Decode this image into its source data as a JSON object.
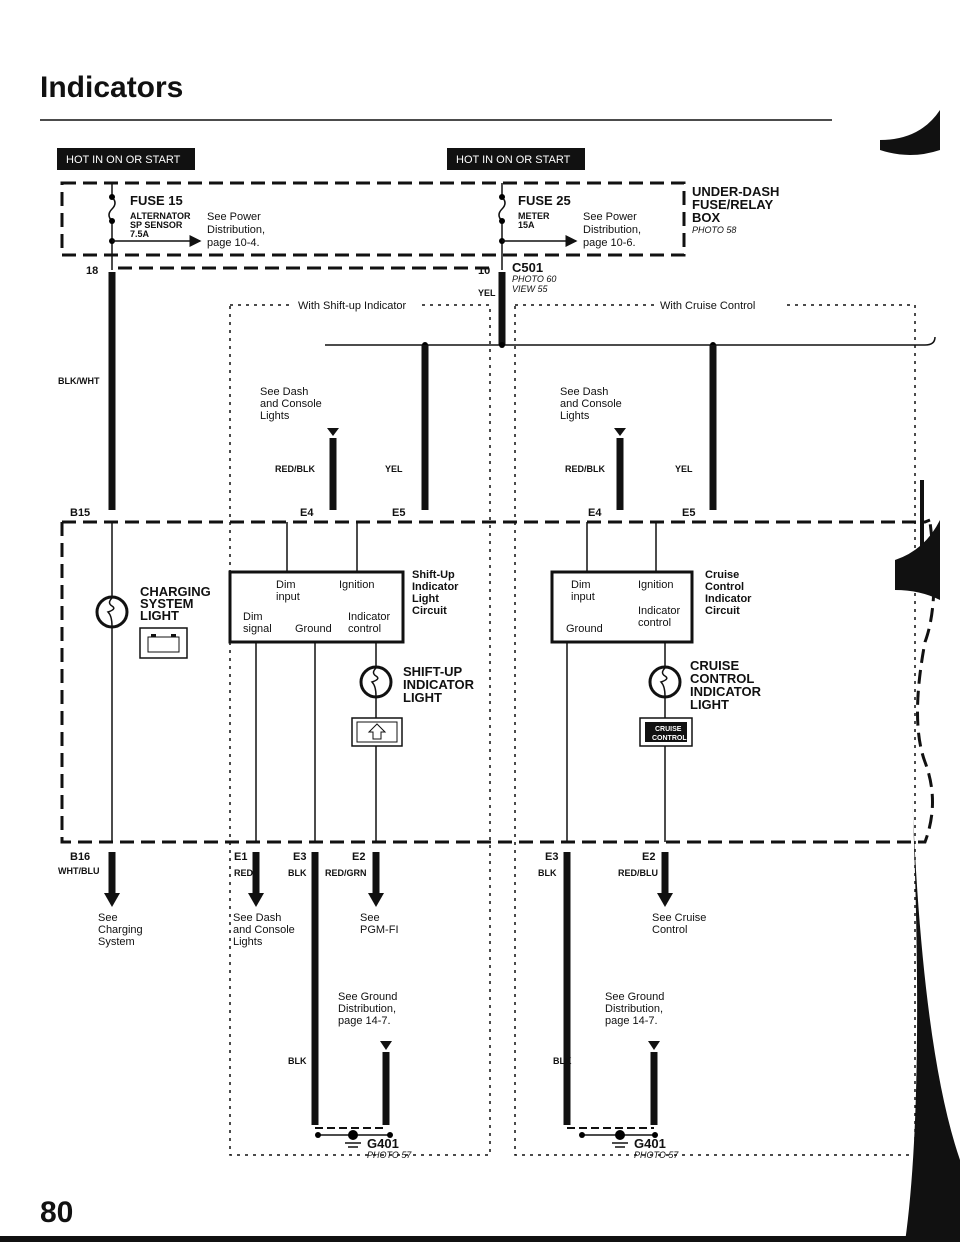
{
  "page": {
    "title": "Indicators",
    "page_number": "80"
  },
  "power": {
    "hot_left": "HOT IN ON OR START",
    "hot_right": "HOT IN ON OR START",
    "fuse_left": {
      "name": "FUSE 15",
      "line1": "ALTERNATOR",
      "line2": "SP SENSOR",
      "rating": "7.5A",
      "ref1": "See Power",
      "ref2": "Distribution,",
      "ref3": "page 10-4."
    },
    "fuse_right": {
      "name": "FUSE 25",
      "line1": "METER",
      "rating": "15A",
      "ref1": "See Power",
      "ref2": "Distribution,",
      "ref3": "page 10-6."
    },
    "box": {
      "line1": "UNDER-DASH",
      "line2": "FUSE/RELAY",
      "line3": "BOX",
      "photo": "PHOTO 58"
    },
    "pin_left": "18",
    "pin_right": "10",
    "wire_right": "YEL",
    "connector": {
      "name": "C501",
      "photo": "PHOTO 60",
      "view": "VIEW 55"
    }
  },
  "charging": {
    "wire_top": "BLK/WHT",
    "pin_top": "B15",
    "light": {
      "l1": "CHARGING",
      "l2": "SYSTEM",
      "l3": "LIGHT"
    },
    "pin_bottom": "B16",
    "wire_bottom": "WHT/BLU",
    "ref": {
      "l1": "See",
      "l2": "Charging",
      "l3": "System"
    }
  },
  "shift_up": {
    "section": "With Shift-up Indicator",
    "see": {
      "l1": "See Dash",
      "l2": "and Console",
      "l3": "Lights"
    },
    "wire_dim": "RED/BLK",
    "wire_ign": "YEL",
    "pin_dim": "E4",
    "pin_ign": "E5",
    "module": {
      "dim_input1": "Dim",
      "dim_input2": "input",
      "ignition": "Ignition",
      "dim_signal1": "Dim",
      "dim_signal2": "signal",
      "ground": "Ground",
      "ind1": "Indicator",
      "ind2": "control"
    },
    "circuit": {
      "l1": "Shift-Up",
      "l2": "Indicator",
      "l3": "Light",
      "l4": "Circuit"
    },
    "light": {
      "l1": "SHIFT-UP",
      "l2": "INDICATOR",
      "l3": "LIGHT"
    },
    "pins": {
      "e1": "E1",
      "e3": "E3",
      "e2": "E2"
    },
    "wires": {
      "e1": "RED",
      "e3": "BLK",
      "e2": "RED/GRN",
      "gnd": "BLK"
    },
    "ref_e1": {
      "l1": "See Dash",
      "l2": "and Console",
      "l3": "Lights"
    },
    "ref_e2": {
      "l1": "See",
      "l2": "PGM-FI"
    },
    "ground_ref": {
      "l1": "See Ground",
      "l2": "Distribution,",
      "l3": "page 14-7."
    },
    "ground": {
      "name": "G401",
      "photo": "PHOTO 57"
    }
  },
  "cruise": {
    "section": "With Cruise Control",
    "see": {
      "l1": "See Dash",
      "l2": "and Console",
      "l3": "Lights"
    },
    "wire_dim": "RED/BLK",
    "wire_ign": "YEL",
    "pin_dim": "E4",
    "pin_ign": "E5",
    "module": {
      "dim_input1": "Dim",
      "dim_input2": "input",
      "ignition": "Ignition",
      "ground": "Ground",
      "ind1": "Indicator",
      "ind2": "control"
    },
    "circuit": {
      "l1": "Cruise",
      "l2": "Control",
      "l3": "Indicator",
      "l4": "Circuit"
    },
    "light": {
      "l1": "CRUISE",
      "l2": "CONTROL",
      "l3": "INDICATOR",
      "l4": "LIGHT"
    },
    "icon_text": {
      "l1": "CRUISE",
      "l2": "CONTROL"
    },
    "pins": {
      "e3": "E3",
      "e2": "E2"
    },
    "wires": {
      "e3": "BLK",
      "e2": "RED/BLU",
      "gnd": "BLK"
    },
    "ref_e2": {
      "l1": "See Cruise",
      "l2": "Control"
    },
    "ground_ref": {
      "l1": "See Ground",
      "l2": "Distribution,",
      "l3": "page 14-7."
    },
    "ground": {
      "name": "G401",
      "photo": "PHOTO 57"
    }
  }
}
